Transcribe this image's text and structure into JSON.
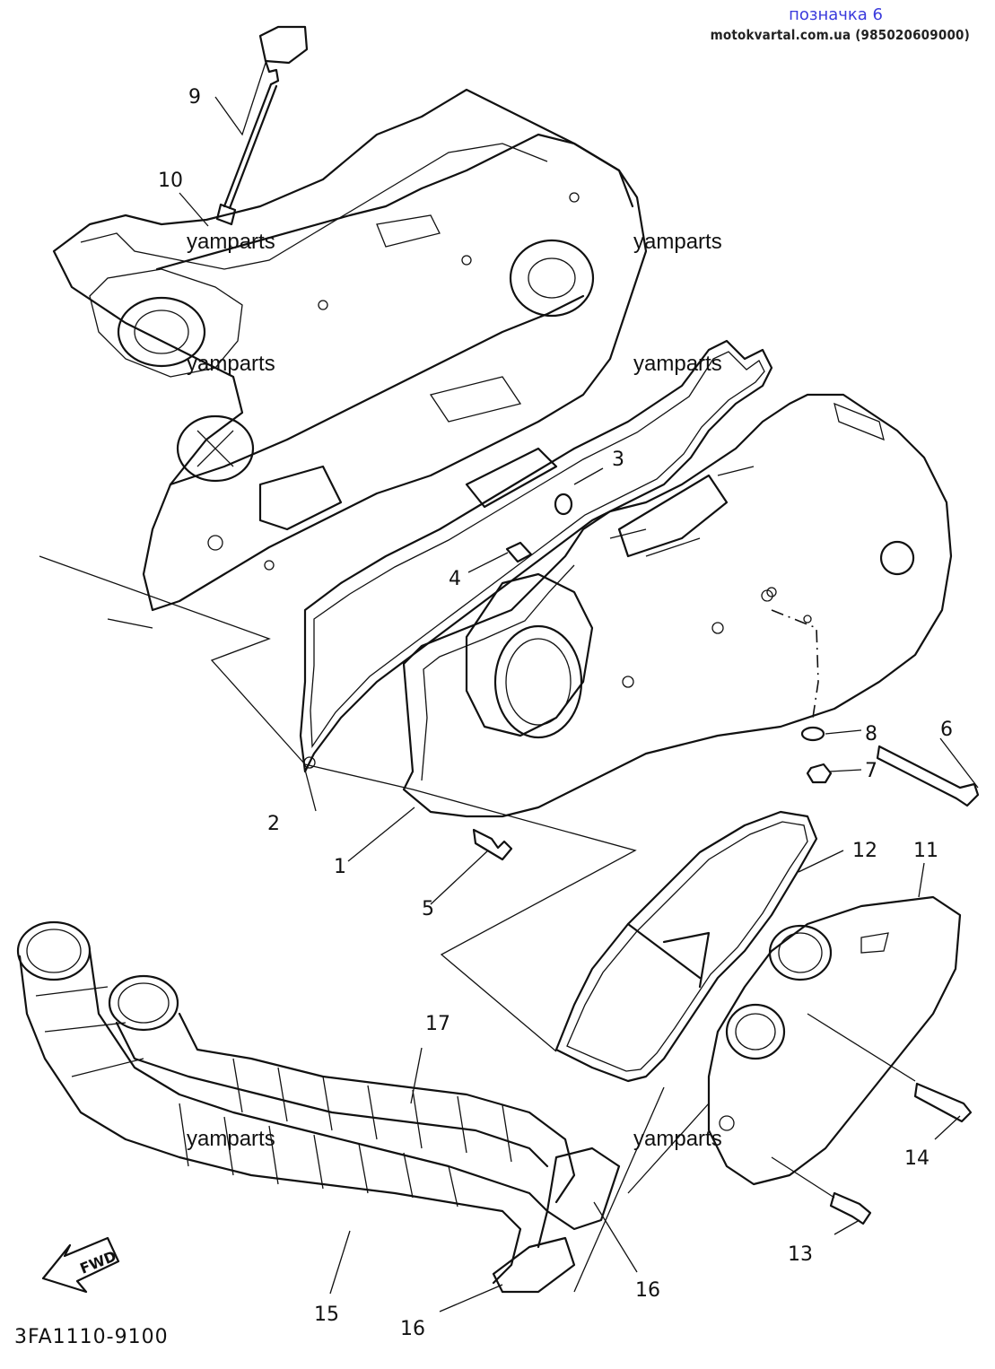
{
  "header": {
    "badge": "позначка 6",
    "site": "motokvartal.com.ua (985020609000)"
  },
  "watermarks": [
    "yamparts",
    "yamparts",
    "yamparts",
    "yamparts",
    "yamparts",
    "yamparts"
  ],
  "fwd_label": "FWD",
  "diagram_code": "3FA1110-9100",
  "callouts": {
    "c1": "1",
    "c2": "2",
    "c3": "3",
    "c4": "4",
    "c5": "5",
    "c6": "6",
    "c7": "7",
    "c8": "8",
    "c9": "9",
    "c10": "10",
    "c11": "11",
    "c12": "12",
    "c13": "13",
    "c14": "14",
    "c15": "15",
    "c16a": "16",
    "c16b": "16",
    "c17": "17"
  }
}
